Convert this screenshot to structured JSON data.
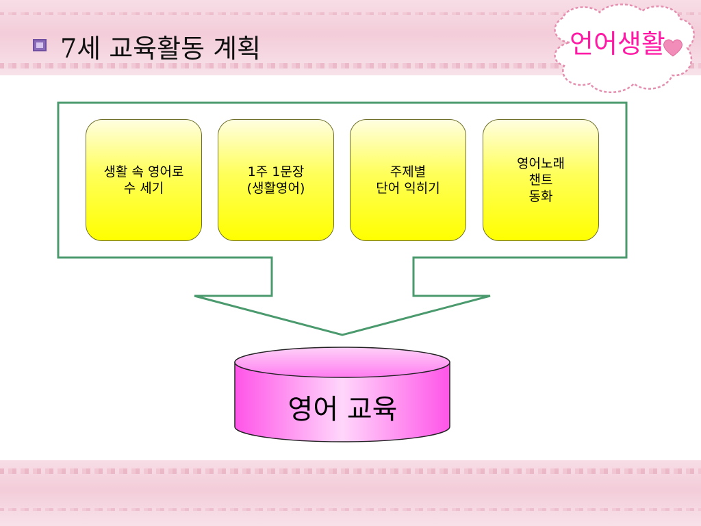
{
  "header": {
    "icon": "purple-square-bullet-icon",
    "title": "7세 교육활동 계획"
  },
  "badge": {
    "text": "언어생활",
    "icon": "heart-icon",
    "color": "#ff1aa6"
  },
  "activities": [
    {
      "label": "생활 속 영어로\n수 세기"
    },
    {
      "label": "1주 1문장\n(생활영어)"
    },
    {
      "label": "주제별\n단어 익히기"
    },
    {
      "label": "영어노래\n챈트\n동화"
    }
  ],
  "target": {
    "label": "영어 교육"
  },
  "colors": {
    "frame": "#4a9a6e",
    "card_fill": "#ffff00",
    "cylinder_fill": "#ff66ee",
    "background_band": "#f3cdd9"
  }
}
